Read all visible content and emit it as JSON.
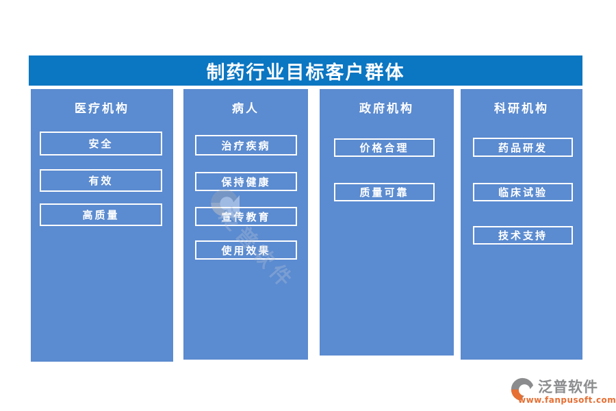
{
  "title": "制药行业目标客户群体",
  "columns": [
    {
      "header": "医疗机构",
      "items": [
        {
          "label": "安全"
        },
        {
          "label": "有效"
        },
        {
          "label": "高质量"
        }
      ]
    },
    {
      "header": "病人",
      "items": [
        {
          "label": "治疗疾病"
        },
        {
          "label": "保持健康"
        },
        {
          "label": "宣传教育"
        },
        {
          "label": "使用效果"
        }
      ]
    },
    {
      "header": "政府机构",
      "items": [
        {
          "label": "价格合理"
        },
        {
          "label": "质量可靠"
        }
      ]
    },
    {
      "header": "科研机构",
      "items": [
        {
          "label": "药品研发"
        },
        {
          "label": "临床试验"
        },
        {
          "label": "技术支持"
        }
      ]
    }
  ],
  "watermark": {
    "text": "泛普软件"
  },
  "footer_logo": {
    "brand": "泛普软件",
    "url": "www.fanpusoft.com"
  },
  "colors": {
    "title_bar_blue": "#0b76c2",
    "panel_blue": "#5b8bd0",
    "box_border": "#ffffff",
    "text_white": "#ffffff",
    "logo_grey": "#8b8c8e",
    "logo_orange": "#e66f33"
  }
}
